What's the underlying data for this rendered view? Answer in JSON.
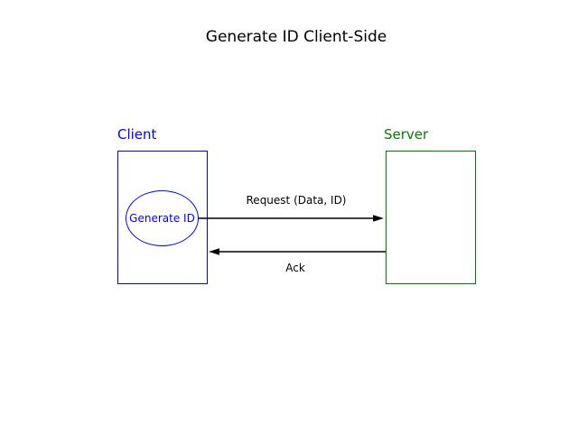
{
  "title": "Generate ID Client-Side",
  "client": {
    "label": "Client",
    "node_label": "Generate ID"
  },
  "server": {
    "label": "Server"
  },
  "messages": [
    {
      "label": "Request (Data, ID)",
      "from": "Client",
      "to": "Server",
      "direction": "right"
    },
    {
      "label": "Ack",
      "from": "Server",
      "to": "Client",
      "direction": "left"
    }
  ],
  "colors": {
    "client": "#0000ff",
    "server": "#008000",
    "arrow": "#000000",
    "text": "#000000",
    "background": "#ffffff"
  }
}
